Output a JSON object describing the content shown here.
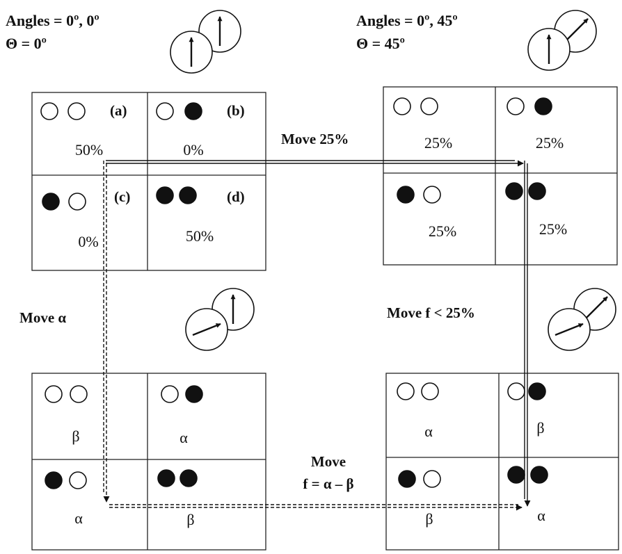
{
  "headers": {
    "left": {
      "angles": "Angles = 0º, 0º",
      "theta": "Θ = 0º"
    },
    "right": {
      "angles": "Angles = 0º, 45º",
      "theta": "Θ = 45º"
    }
  },
  "moves": {
    "top": "Move 25%",
    "left": "Move α",
    "right": "Move f < 25%",
    "bottom_line1": "Move",
    "bottom_line2": "f = α – β"
  },
  "grids": {
    "top_left": {
      "cells": [
        {
          "label": "(a)",
          "value": "50%",
          "balls": [
            "white",
            "white"
          ]
        },
        {
          "label": "(b)",
          "value": "0%",
          "balls": [
            "white",
            "black"
          ]
        },
        {
          "label": "(c)",
          "value": "0%",
          "balls": [
            "black",
            "white"
          ]
        },
        {
          "label": "(d)",
          "value": "50%",
          "balls": [
            "black",
            "black"
          ]
        }
      ]
    },
    "top_right": {
      "cells": [
        {
          "label": "",
          "value": "25%",
          "balls": [
            "white",
            "white"
          ]
        },
        {
          "label": "",
          "value": "25%",
          "balls": [
            "white",
            "black"
          ]
        },
        {
          "label": "",
          "value": "25%",
          "balls": [
            "black",
            "white"
          ]
        },
        {
          "label": "",
          "value": "25%",
          "balls": [
            "black",
            "black"
          ]
        }
      ]
    },
    "bottom_left": {
      "cells": [
        {
          "label": "",
          "value": "β",
          "balls": [
            "white",
            "white"
          ]
        },
        {
          "label": "",
          "value": "α",
          "balls": [
            "white",
            "black"
          ]
        },
        {
          "label": "",
          "value": "α",
          "balls": [
            "black",
            "white"
          ]
        },
        {
          "label": "",
          "value": "β",
          "balls": [
            "black",
            "black"
          ]
        }
      ]
    },
    "bottom_right": {
      "cells": [
        {
          "label": "",
          "value": "α",
          "balls": [
            "white",
            "white"
          ]
        },
        {
          "label": "",
          "value": "β",
          "balls": [
            "white",
            "black"
          ]
        },
        {
          "label": "",
          "value": "β",
          "balls": [
            "black",
            "white"
          ]
        },
        {
          "label": "",
          "value": "α",
          "balls": [
            "black",
            "black"
          ]
        }
      ]
    }
  },
  "spin_icons": {
    "top_left": {
      "back_angle_deg": 0,
      "front_angle_deg": 0
    },
    "top_right": {
      "back_angle_deg": 45,
      "front_angle_deg": 0
    },
    "mid_left": {
      "back_angle_deg": 0,
      "front_angle_deg": 67
    },
    "mid_right": {
      "back_angle_deg": 45,
      "front_angle_deg": 67
    }
  }
}
